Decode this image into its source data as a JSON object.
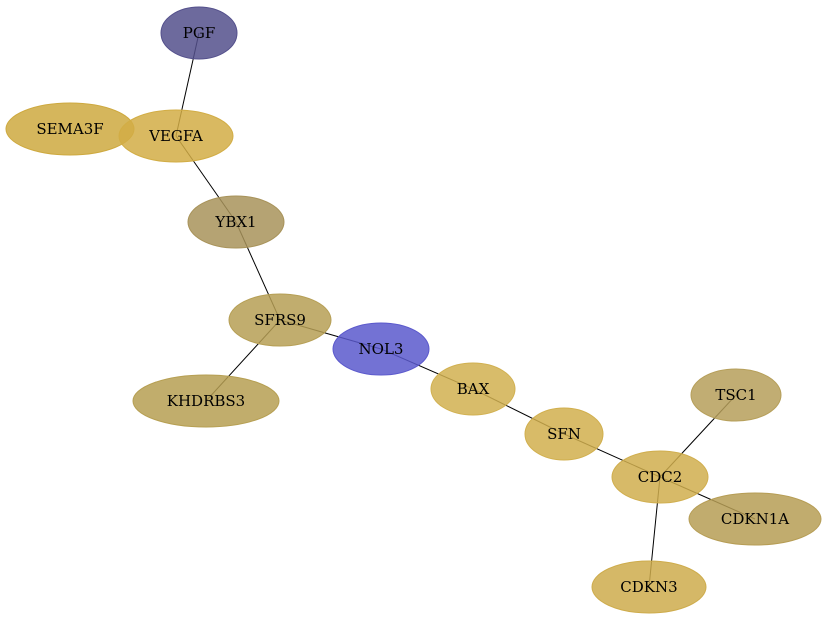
{
  "graph": {
    "nodes": [
      {
        "id": "PGF",
        "label": "PGF",
        "color": "#54508c"
      },
      {
        "id": "SEMA3F",
        "label": "SEMA3F",
        "color": "#cea93f"
      },
      {
        "id": "VEGFA",
        "label": "VEGFA",
        "color": "#d2ad45"
      },
      {
        "id": "YBX1",
        "label": "YBX1",
        "color": "#a8935a"
      },
      {
        "id": "SFRS9",
        "label": "SFRS9",
        "color": "#b69f55"
      },
      {
        "id": "KHDRBS3",
        "label": "KHDRBS3",
        "color": "#b69f52"
      },
      {
        "id": "NOL3",
        "label": "NOL3",
        "color": "#5b59cc"
      },
      {
        "id": "BAX",
        "label": "BAX",
        "color": "#d1b050"
      },
      {
        "id": "SFN",
        "label": "SFN",
        "color": "#d1af4d"
      },
      {
        "id": "TSC1",
        "label": "TSC1",
        "color": "#b69f5a"
      },
      {
        "id": "CDC2",
        "label": "CDC2",
        "color": "#d0ae4e"
      },
      {
        "id": "CDKN1A",
        "label": "CDKN1A",
        "color": "#b69d55"
      },
      {
        "id": "CDKN3",
        "label": "CDKN3",
        "color": "#ceac4c"
      }
    ],
    "edges": [
      [
        "PGF",
        "VEGFA"
      ],
      [
        "VEGFA",
        "YBX1"
      ],
      [
        "YBX1",
        "SFRS9"
      ],
      [
        "SFRS9",
        "KHDRBS3"
      ],
      [
        "SFRS9",
        "NOL3"
      ],
      [
        "NOL3",
        "BAX"
      ],
      [
        "BAX",
        "SFN"
      ],
      [
        "SFN",
        "CDC2"
      ],
      [
        "CDC2",
        "TSC1"
      ],
      [
        "CDC2",
        "CDKN1A"
      ],
      [
        "CDC2",
        "CDKN3"
      ]
    ]
  }
}
